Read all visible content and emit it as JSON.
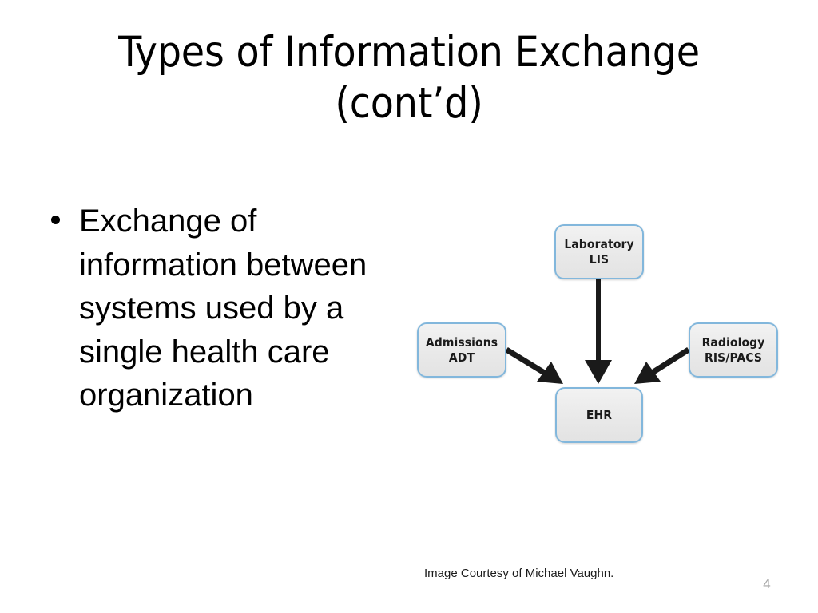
{
  "slide": {
    "title": "Types of Information Exchange\n(cont’d)",
    "number": "4",
    "caption": "Image Courtesy of Michael Vaughn.",
    "background_color": "#ffffff"
  },
  "body": {
    "bullets": [
      {
        "text": "Exchange of information between systems used by a single health care organization"
      }
    ]
  },
  "diagram": {
    "node_fill_color": "#ebebeb",
    "node_border_color": "#82b7dc",
    "arrow_color": "#1a1a1a",
    "nodes": [
      {
        "id": "laboratory",
        "line1": "Laboratory",
        "line2": "LIS"
      },
      {
        "id": "admissions",
        "line1": "Admissions",
        "line2": "ADT"
      },
      {
        "id": "radiology",
        "line1": "Radiology",
        "line2": "RIS/PACS"
      },
      {
        "id": "ehr",
        "line1": "EHR",
        "line2": ""
      }
    ],
    "edges": [
      {
        "from": "laboratory",
        "to": "ehr",
        "direction": "down"
      },
      {
        "from": "admissions",
        "to": "ehr",
        "direction": "down-right"
      },
      {
        "from": "radiology",
        "to": "ehr",
        "direction": "down-left"
      }
    ]
  }
}
